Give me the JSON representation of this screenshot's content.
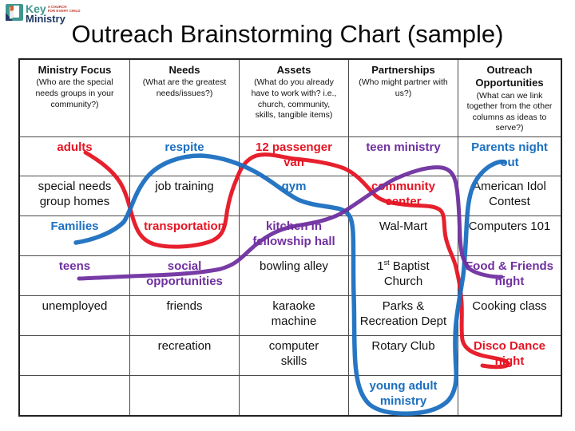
{
  "colors": {
    "red": "#e61423",
    "blue": "#1b6fc0",
    "purple": "#7030a0",
    "logo_teal": "#3f9691",
    "logo_navy": "#1f3864",
    "logo_red": "#c0392b"
  },
  "logo": {
    "brand_top": "Key",
    "brand_bottom": "Ministry",
    "tagline": "A CHURCH\nFOR EVERY CHILD"
  },
  "title": "Outreach Brainstorming Chart (sample)",
  "table": {
    "columns": [
      {
        "title": "Ministry Focus",
        "subtitle": "(Who are the special\nneeds groups in your\ncommunity?)"
      },
      {
        "title": "Needs",
        "subtitle": "(What are the greatest\nneeds/issues?)"
      },
      {
        "title": "Assets",
        "subtitle": "(What do you already\nhave to work with? i.e.,\nchurch, community,\nskills, tangible items)"
      },
      {
        "title": "Partnerships",
        "subtitle": "(Who might partner with\nus?)"
      },
      {
        "title": "Outreach\nOpportunities",
        "subtitle": "(What can we link\ntogether from the other\ncolumns as ideas to\nserve?)"
      }
    ],
    "rows": [
      [
        {
          "text": "adults",
          "color": "red"
        },
        {
          "text": "respite",
          "color": "blue"
        },
        {
          "text": "12 passenger\nvan",
          "color": "red"
        },
        {
          "text": "teen ministry",
          "color": "purple"
        },
        {
          "text": "Parents night\nout",
          "color": "blue"
        }
      ],
      [
        {
          "text": "special needs\ngroup homes",
          "color": "black"
        },
        {
          "text": "job training",
          "color": "black"
        },
        {
          "text": "gym",
          "color": "blue"
        },
        {
          "text": "community\ncenter",
          "color": "red"
        },
        {
          "text": "American Idol\nContest",
          "color": "black"
        }
      ],
      [
        {
          "text": "Families",
          "color": "blue"
        },
        {
          "text": "transportation",
          "color": "red"
        },
        {
          "text": "kitchen in\nfellowship hall",
          "color": "purple"
        },
        {
          "text": "Wal-Mart",
          "color": "black"
        },
        {
          "text": "Computers 101",
          "color": "black"
        }
      ],
      [
        {
          "text": "teens",
          "color": "purple"
        },
        {
          "text": "social\nopportunities",
          "color": "purple"
        },
        {
          "text": "bowling alley",
          "color": "black"
        },
        {
          "text": "1st Baptist\nChurch",
          "color": "black"
        },
        {
          "text": "Food & Friends\nnight",
          "color": "purple"
        }
      ],
      [
        {
          "text": "unemployed",
          "color": "black"
        },
        {
          "text": "friends",
          "color": "black"
        },
        {
          "text": "karaoke\nmachine",
          "color": "black"
        },
        {
          "text": "Parks &\nRecreation Dept",
          "color": "black"
        },
        {
          "text": "Cooking class",
          "color": "black"
        }
      ],
      [
        null,
        {
          "text": "recreation",
          "color": "black"
        },
        {
          "text": "computer\nskills",
          "color": "black"
        },
        {
          "text": "Rotary Club",
          "color": "black"
        },
        {
          "text": "Disco Dance\nnight",
          "color": "red"
        }
      ],
      [
        null,
        null,
        null,
        {
          "text": "young adult\nministry",
          "color": "blue"
        },
        null
      ]
    ]
  },
  "links": [
    {
      "color": "red",
      "items": [
        "adults",
        "transportation",
        "12 passenger van",
        "community center",
        "Disco Dance night"
      ]
    },
    {
      "color": "blue",
      "items": [
        "Families",
        "respite",
        "gym",
        "young adult ministry",
        "Parents night out"
      ]
    },
    {
      "color": "purple",
      "items": [
        "teens",
        "social opportunities",
        "kitchen in fellowship hall",
        "teen ministry",
        "Food & Friends night"
      ]
    }
  ]
}
